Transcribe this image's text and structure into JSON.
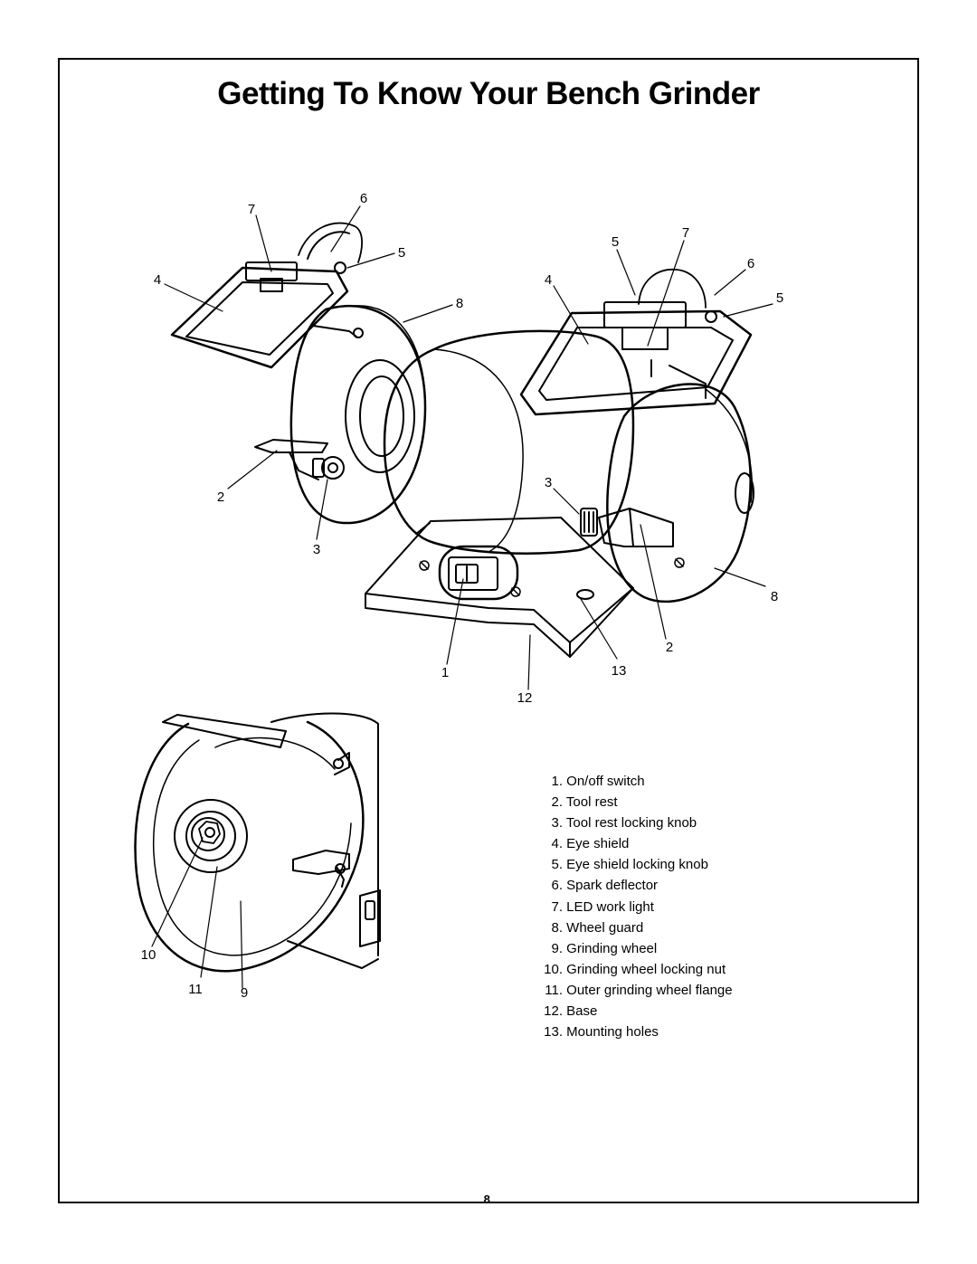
{
  "page": {
    "title": "Getting To Know Your Bench Grinder",
    "page_number": "8."
  },
  "parts_list": [
    {
      "number": "1.",
      "name": "On/off switch"
    },
    {
      "number": "2.",
      "name": "Tool rest"
    },
    {
      "number": "3.",
      "name": "Tool rest locking knob"
    },
    {
      "number": "4.",
      "name": "Eye shield"
    },
    {
      "number": "5.",
      "name": "Eye shield locking knob"
    },
    {
      "number": "6.",
      "name": "Spark deflector"
    },
    {
      "number": "7.",
      "name": "LED work light"
    },
    {
      "number": "8.",
      "name": "Wheel guard"
    },
    {
      "number": "9.",
      "name": "Grinding wheel"
    },
    {
      "number": "10.",
      "name": "Grinding wheel locking nut"
    },
    {
      "number": "11.",
      "name": "Outer grinding wheel flange"
    },
    {
      "number": "12.",
      "name": "Base"
    },
    {
      "number": "13.",
      "name": "Mounting holes"
    }
  ],
  "main_figure_callouts": [
    "7",
    "6",
    "5",
    "4",
    "8",
    "2",
    "3",
    "1",
    "12",
    "5",
    "7",
    "6",
    "4",
    "5",
    "3",
    "8",
    "2",
    "13"
  ],
  "detail_figure_callouts": [
    "10",
    "11",
    "9"
  ]
}
